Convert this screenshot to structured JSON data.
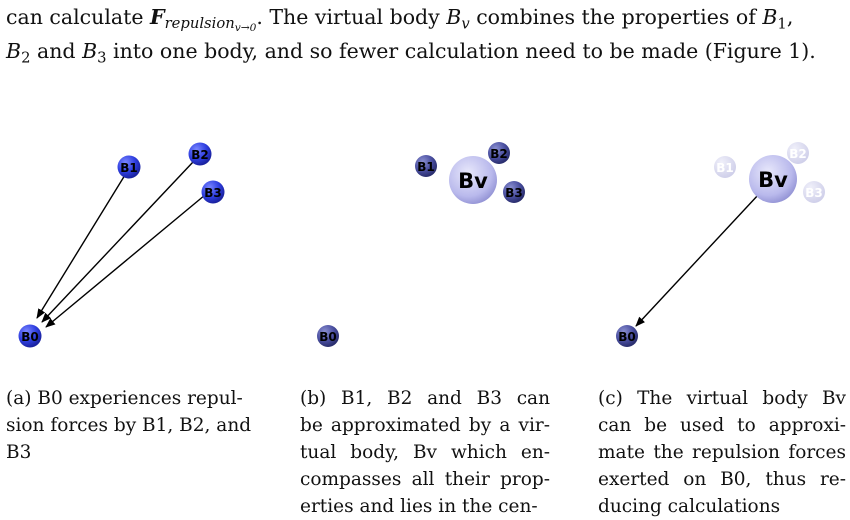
{
  "paragraph": {
    "line1": {
      "pre": "can calculate ",
      "force_symbol": "F",
      "force_subscript": "repulsion",
      "force_subsubscript": "v→0",
      "mid": ". The virtual body ",
      "bv_base": "B",
      "bv_sub": "v",
      "post": " combines the properties of ",
      "b1_base": "B",
      "b1_sub": "1",
      "end": ","
    },
    "line2": {
      "b2_base": "B",
      "b2_sub": "2",
      "and": " and ",
      "b3_base": "B",
      "b3_sub": "3",
      "rest": " into one body, and so fewer calculation need to be made (Figure 1)."
    }
  },
  "figure": {
    "body_labels": {
      "b0": "B0",
      "b1": "B1",
      "b2": "B2",
      "b3": "B3",
      "bv": "Bv"
    },
    "colors": {
      "bright_body": "#2f3fe0",
      "muted_body": "#4a4fa0",
      "virtual_body": "#b9b9ec",
      "faded_body": "#d8d8ee",
      "arrow": "#000000"
    }
  },
  "captions": {
    "a": {
      "line1": "(a) B0 experiences repul-",
      "line2": "sion forces by B1, B2, and",
      "line3": "B3"
    },
    "b": {
      "line1": "(b) B1,  B2 and B3  can",
      "line2": "be approximated by a vir-",
      "line3": "tual body, Bv which en-",
      "line4": "compasses all their prop-",
      "line5": "erties and lies in the cen-"
    },
    "c": {
      "line1": "(c) The virtual body Bv",
      "line2": "can be used to approxi-",
      "line3": "mate the repulsion forces",
      "line4": "exerted on B0, thus re-",
      "line5": "ducing calculations"
    }
  }
}
